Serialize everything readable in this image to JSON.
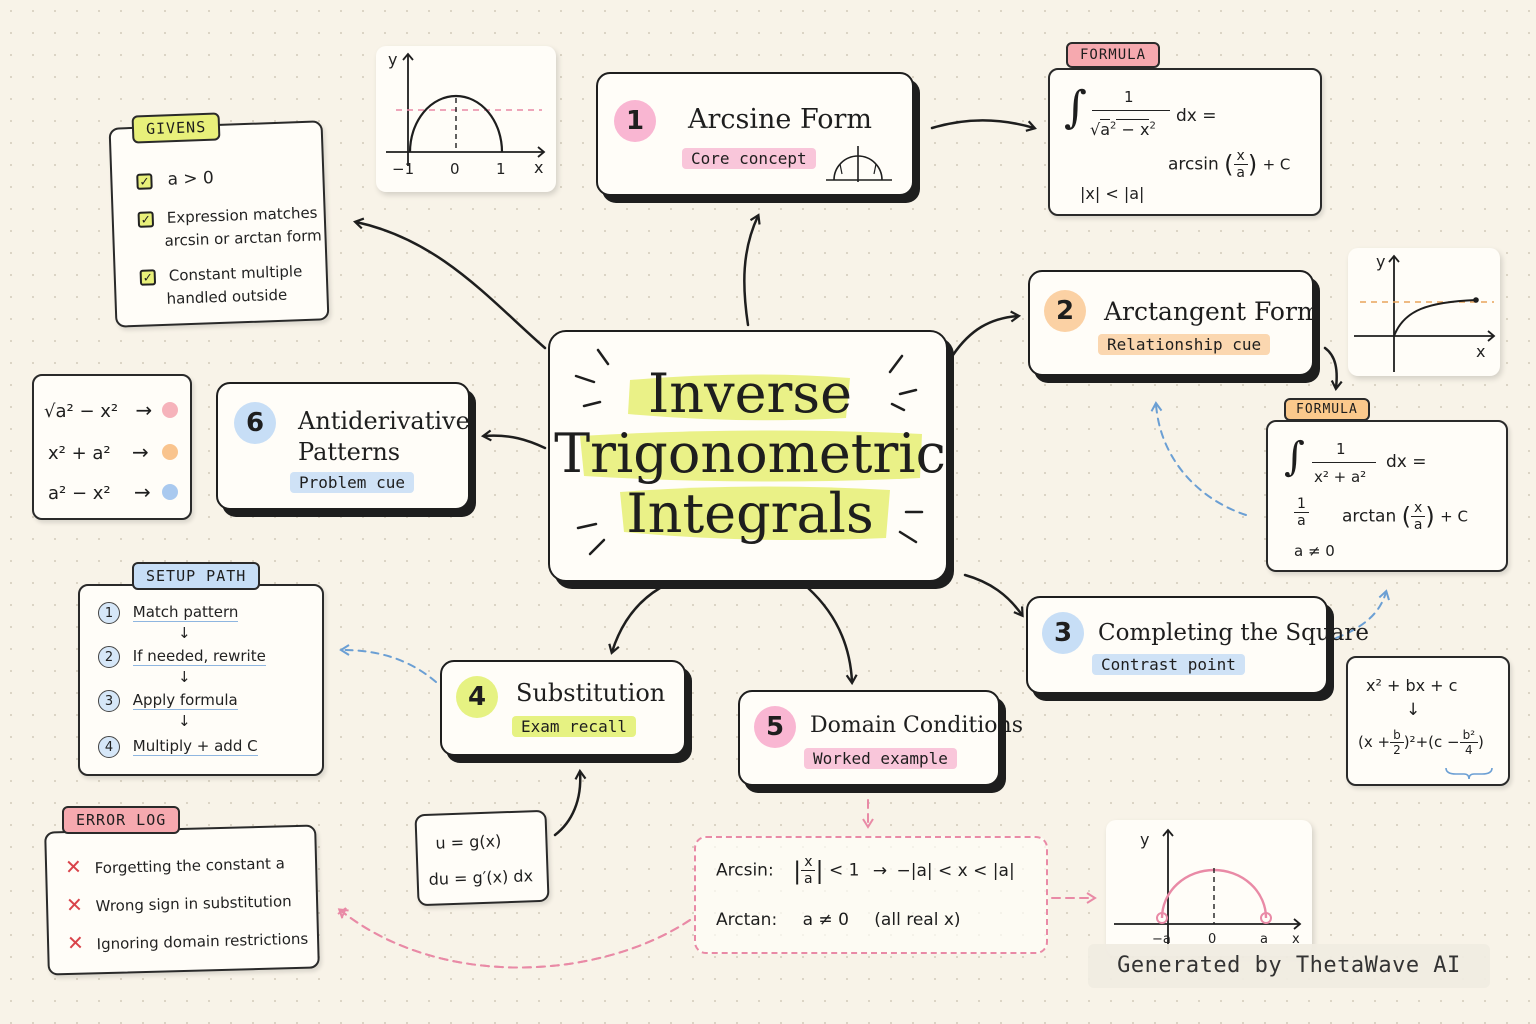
{
  "central": {
    "line1": "Inverse",
    "line2": "Trigonometric",
    "line3": "Integrals"
  },
  "nodes": [
    {
      "num": "1",
      "title": "Arcsine Form",
      "tag": "Core concept",
      "color": "#f9b6d2"
    },
    {
      "num": "2",
      "title": "Arctangent Form",
      "tag": "Relationship cue",
      "color": "#fbd1a4"
    },
    {
      "num": "3",
      "title": "Completing the Square",
      "tag": "Contrast point",
      "color": "#c7def6"
    },
    {
      "num": "4",
      "title": "Substitution",
      "tag": "Exam recall",
      "color": "#e6f282"
    },
    {
      "num": "5",
      "title": "Domain Conditions",
      "tag": "Worked example",
      "color": "#f9b6d2"
    },
    {
      "num": "6",
      "title": "Antiderivative",
      "title2": "Patterns",
      "tag": "Problem cue",
      "color": "#c7def6"
    }
  ],
  "givens": {
    "label": "GIVENS",
    "items": [
      "a > 0",
      "Expression matches",
      "arcsin or arctan form",
      "Constant multiple",
      "handled outside"
    ]
  },
  "formula1": {
    "label": "FORMULA",
    "num": "1",
    "den_left": "a",
    "den_right": "x",
    "exp": "2",
    "dx": "dx =",
    "result": "arcsin",
    "frac_n": "x",
    "frac_d": "a",
    "plus_c": "+ C",
    "cond": "|x| < |a|"
  },
  "formula2": {
    "label": "FORMULA",
    "num": "1",
    "den": "x² + a²",
    "dx": "dx =",
    "coef_n": "1",
    "coef_d": "a",
    "result": "arctan",
    "frac_n": "x",
    "frac_d": "a",
    "plus_c": "+ C",
    "cond": "a ≠ 0"
  },
  "patterns": {
    "rows": [
      {
        "expr": "√a² − x²",
        "arrow": "→",
        "color": "#f6b3bb"
      },
      {
        "expr": "x² + a²",
        "arrow": "→",
        "color": "#f9c48e"
      },
      {
        "expr": "a² − x²",
        "arrow": "→",
        "color": "#a9c9ef"
      }
    ]
  },
  "setup": {
    "label": "SETUP PATH",
    "steps": [
      {
        "n": "1",
        "text": "Match pattern"
      },
      {
        "n": "2",
        "text": "If needed, rewrite"
      },
      {
        "n": "3",
        "text": "Apply formula"
      },
      {
        "n": "4",
        "text": "Multiply + add C"
      }
    ],
    "down": "↓"
  },
  "errors": {
    "label": "ERROR LOG",
    "items": [
      "Forgetting the constant  a",
      "Wrong sign in substitution",
      "Ignoring domain restrictions"
    ],
    "mark": "✕"
  },
  "subst": {
    "line1": "u = g(x)",
    "line2": "du = g′(x) dx"
  },
  "domain": {
    "arcsin_label": "Arcsin:",
    "frac_n": "x",
    "frac_d": "a",
    "lt1": "< 1",
    "arrow": "→",
    "arcsin_range": "−|a| < x < |a|",
    "arctan_label": "Arctan:",
    "arctan_cond": "a ≠ 0",
    "arctan_note": "(all real  x)"
  },
  "square": {
    "line1": "x² + bx + c",
    "down": "↓",
    "lp": "(x +",
    "b": "b",
    "two": "2",
    "sq": ")²",
    "plus": "+",
    "lp2": "(c −",
    "b2": "b²",
    "four": "4",
    "rp": ")"
  },
  "graph1": {
    "y": "y",
    "x": "x",
    "t1": "−1",
    "t2": "0",
    "t3": "1"
  },
  "graph2": {
    "y": "y",
    "x": "x"
  },
  "graph3": {
    "y": "y",
    "x": "x",
    "t1": "−a",
    "t2": "0",
    "t3": "a"
  },
  "footer": "Generated by ThetaWave AI"
}
